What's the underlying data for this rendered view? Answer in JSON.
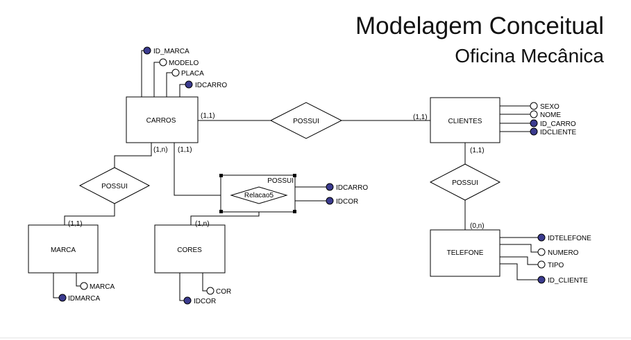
{
  "title": {
    "main": "Modelagem Conceitual",
    "sub": "Oficina Mecânica"
  },
  "colors": {
    "primary_key_dot": "#3b3b8f",
    "attribute_dot": "#ffffff",
    "line": "#000000"
  },
  "entities": {
    "carros": {
      "label": "CARROS",
      "attributes": [
        {
          "label": "ID_MARCA",
          "key": true
        },
        {
          "label": "MODELO",
          "key": false
        },
        {
          "label": "PLACA",
          "key": false
        },
        {
          "label": "IDCARRO",
          "key": true
        }
      ]
    },
    "clientes": {
      "label": "CLIENTES",
      "attributes": [
        {
          "label": "SEXO",
          "key": false
        },
        {
          "label": "NOME",
          "key": false
        },
        {
          "label": "ID_CARRO",
          "key": true
        },
        {
          "label": "IDCLIENTE",
          "key": true
        }
      ]
    },
    "marca": {
      "label": "MARCA",
      "attributes": [
        {
          "label": "MARCA",
          "key": false
        },
        {
          "label": "IDMARCA",
          "key": true
        }
      ]
    },
    "cores": {
      "label": "CORES",
      "attributes": [
        {
          "label": "COR",
          "key": false
        },
        {
          "label": "IDCOR",
          "key": true
        }
      ]
    },
    "telefone": {
      "label": "TELEFONE",
      "attributes": [
        {
          "label": "IDTELEFONE",
          "key": true
        },
        {
          "label": "NUMERO",
          "key": false
        },
        {
          "label": "TIPO",
          "key": false
        },
        {
          "label": "ID_CLIENTE",
          "key": true
        }
      ]
    }
  },
  "relationships": {
    "carros_clientes": {
      "label": "POSSUI"
    },
    "carros_marca": {
      "label": "POSSUI"
    },
    "clientes_telefone": {
      "label": "POSSUI"
    },
    "carros_cores": {
      "label": "Relacao5",
      "container_label": "POSSUI",
      "attributes": [
        {
          "label": "IDCARRO",
          "key": true
        },
        {
          "label": "IDCOR",
          "key": true
        }
      ]
    }
  },
  "cardinalities": {
    "carros_to_clientes_rel": "(1,1)",
    "clientes_to_clientes_rel": "(1,1)",
    "carros_to_marca_rel": "(1,n)",
    "carros_to_cores_rel": "(1,1)",
    "marca_side": "(1,1)",
    "cores_side": "(1,n)",
    "clientes_to_telefone_rel": "(1,1)",
    "telefone_side": "(0,n)"
  }
}
